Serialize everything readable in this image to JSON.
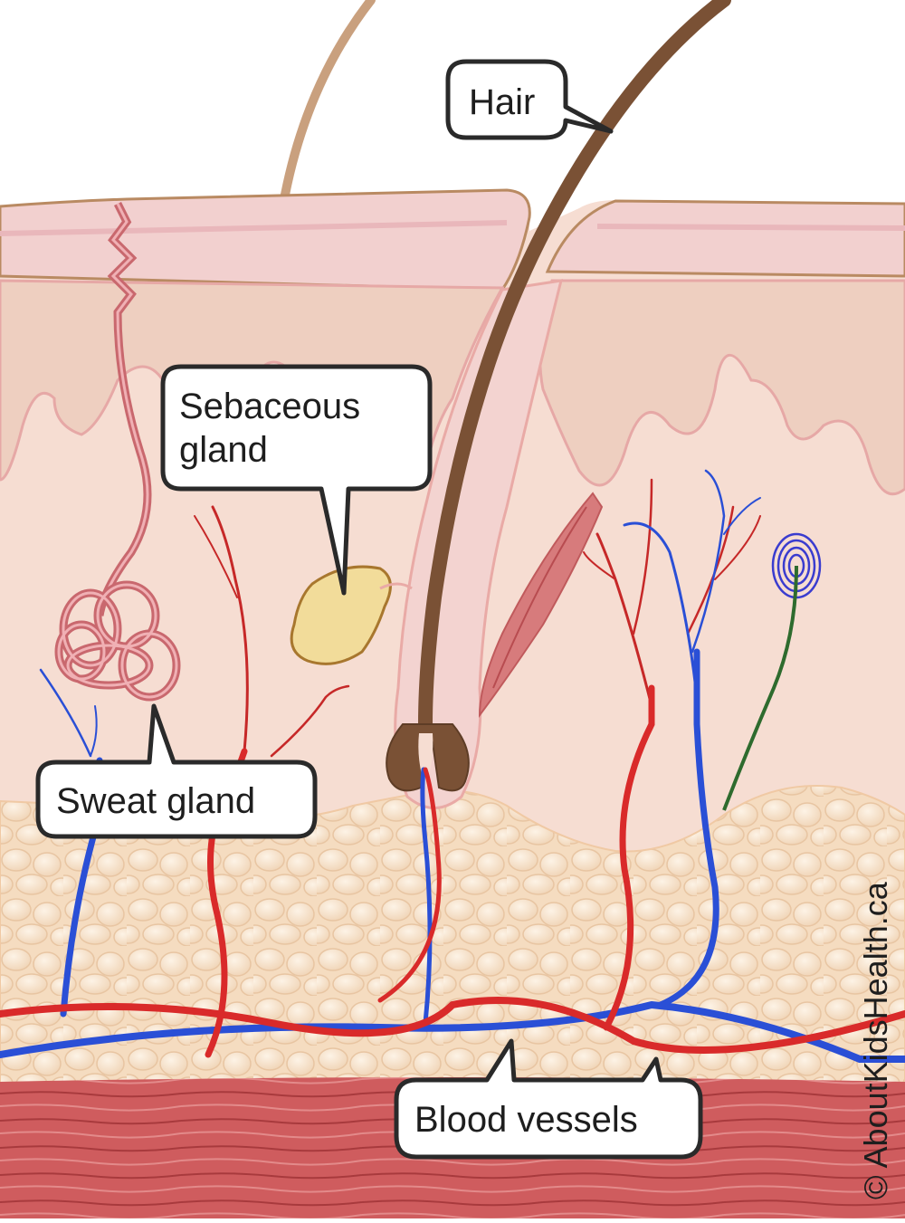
{
  "labels": {
    "hair": "Hair",
    "sebaceous_line1": "Sebaceous",
    "sebaceous_line2": "gland",
    "sweat_gland": "Sweat gland",
    "blood_vessels": "Blood vessels"
  },
  "copyright": "© AboutKidsHealth.ca",
  "colors": {
    "epidermis": "#f0cfd0",
    "dermis": "#f6ddd2",
    "fat": "#f7e1c6",
    "muscle": "#cf5c5e",
    "artery": "#d92a2a",
    "vein": "#2a4fd6",
    "hair": "#7a5135",
    "sebaceous": "#f2dc9a"
  }
}
